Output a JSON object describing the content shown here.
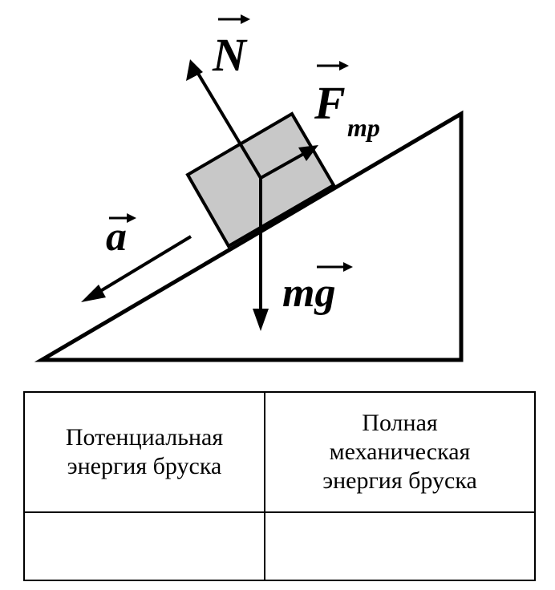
{
  "diagram": {
    "labels": {
      "normal_force": "N",
      "friction_force_main": "F",
      "friction_force_sub": "тр",
      "acceleration": "a",
      "gravity_force": "mg"
    },
    "colors": {
      "block_fill": "#c8c8c8",
      "stroke": "#000000"
    }
  },
  "table": {
    "headers": [
      "Потенциальная\nэнергия бруска",
      "Полная\nмеханическая\nэнергия бруска"
    ],
    "answers": [
      "",
      ""
    ]
  }
}
